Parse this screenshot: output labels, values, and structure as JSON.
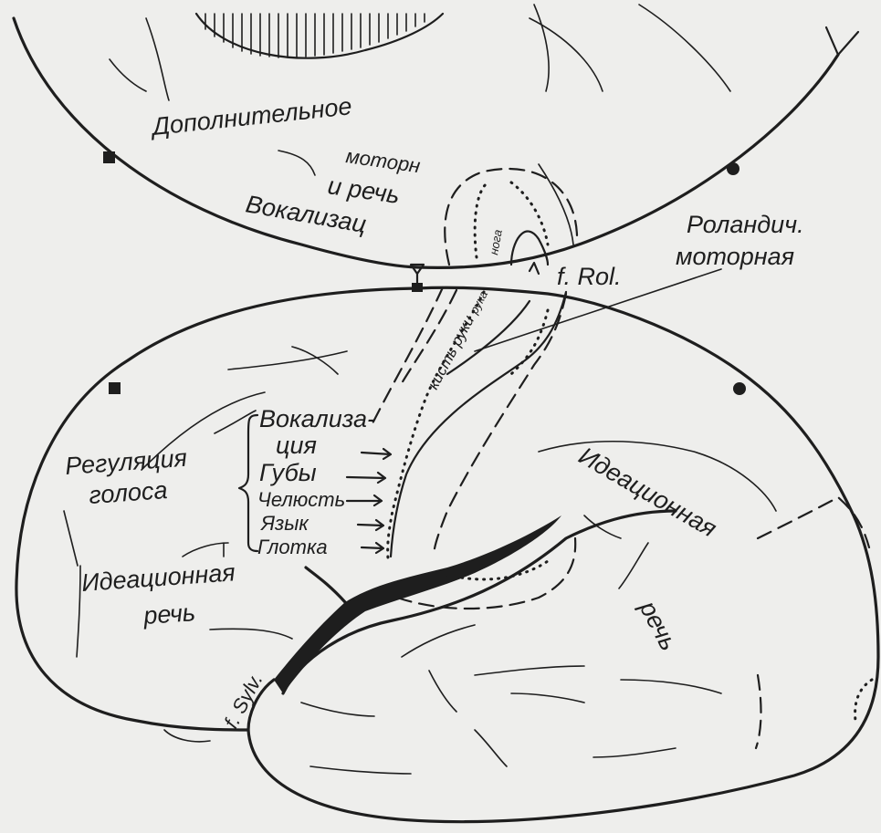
{
  "labels": {
    "supplementary_1": "Дополнительное",
    "supplementary_2": "моторн",
    "supplementary_3": "и речь",
    "vocalization_top": "Вокализац",
    "leg": "нога",
    "rolandic_1": "Роландич.",
    "rolandic_2": "моторная",
    "f_rol": "f. Rol.",
    "hand_1": "кисть руки",
    "hand_2": "рука",
    "vocalization_1": "Вокализа-",
    "vocalization_2": "ция",
    "lips": "Губы",
    "jaw": "Челюсть",
    "tongue": "Язык",
    "throat": "Глотка",
    "voice_reg_1": "Регуляция",
    "voice_reg_2": "голоса",
    "ideational_left_1": "Идеационная",
    "ideational_left_2": "речь",
    "ideational_right_1": "Идеационная",
    "ideational_right_2": "речь",
    "f_sylv": "f. Sylv."
  },
  "colors": {
    "ink": "#1e1e1e",
    "paper": "#eeeeec"
  }
}
